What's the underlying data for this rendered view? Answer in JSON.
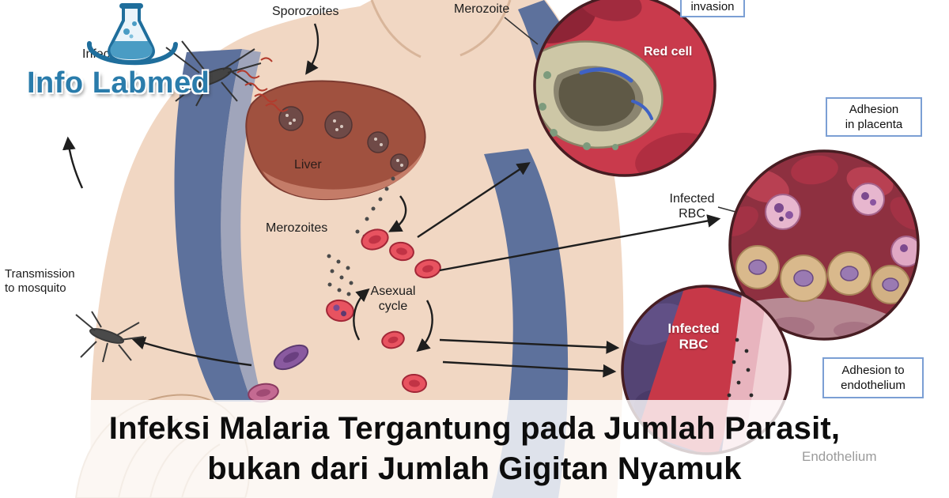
{
  "logo": {
    "title": "Info Labmed"
  },
  "labels": {
    "infection": "Infection",
    "sporozoites": "Sporozoites",
    "merozoite": "Merozoite",
    "liver": "Liver",
    "merozoites": "Merozoites",
    "asexual_cycle_line1": "Asexual",
    "asexual_cycle_line2": "cycle",
    "transmission_line1": "Transmission",
    "transmission_line2": "to mosquito"
  },
  "insets": {
    "invasion": {
      "box_label": "invasion",
      "red_cell_label": "Red cell"
    },
    "placenta": {
      "box_line1": "Adhesion",
      "box_line2": "in placenta",
      "infected_rbc_line1": "Infected",
      "infected_rbc_line2": "RBC"
    },
    "endothelium": {
      "infected_rbc_line1": "Infected",
      "infected_rbc_line2": "RBC",
      "box_line1": "Adhesion to",
      "box_line2": "endothelium",
      "tissue_label": "Endothelium"
    }
  },
  "banner": {
    "line1": "Infeksi Malaria Tergantung pada Jumlah Parasit,",
    "line2": "bukan dari Jumlah Gigitan Nyamuk"
  },
  "colors": {
    "logo_blue": "#2a7cab",
    "label_box_border": "#7b9fd4",
    "inset_ring": "#471d22",
    "red_cell_background": "#c93a4c",
    "banner_background": "rgba(255,255,255,0.8)"
  }
}
